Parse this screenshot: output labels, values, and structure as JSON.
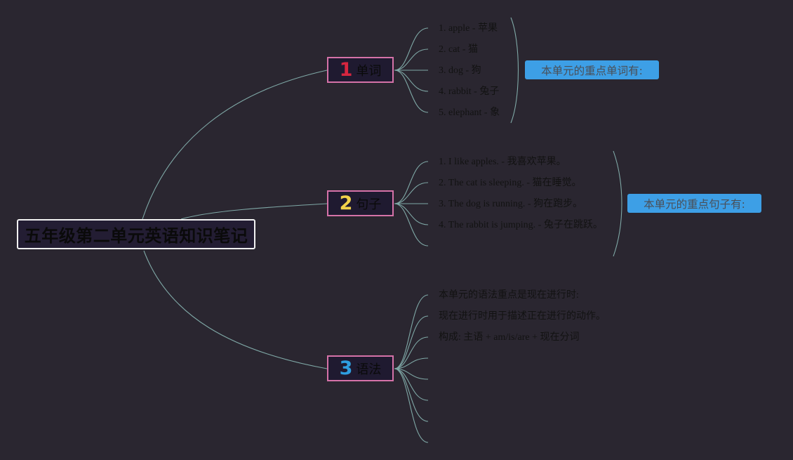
{
  "title": "五年级第二单元英语知识笔记",
  "colors": {
    "background": "#2a2630",
    "edge": "#7fa8a6",
    "branch_border": "#d572a8",
    "summary_bg": "#3d9fe6"
  },
  "branches": [
    {
      "number": "1",
      "number_color": "#d6263f",
      "label": "单词",
      "items": [
        "1. apple - 苹果",
        "2. cat - 猫",
        "3. dog - 狗",
        "4. rabbit - 兔子",
        "5. elephant - 象"
      ],
      "summary": "本单元的重点单词有:"
    },
    {
      "number": "2",
      "number_color": "#f2d24a",
      "label": "句子",
      "items": [
        "1. I like apples. - 我喜欢苹果。",
        "2. The cat is sleeping. - 猫在睡觉。",
        "3. The dog is running. - 狗在跑步。",
        "4. The rabbit is jumping. - 兔子在跳跃。",
        ""
      ],
      "summary": "本单元的重点句子有:"
    },
    {
      "number": "3",
      "number_color": "#2e9ee0",
      "label": "语法",
      "items": [
        "本单元的语法重点是现在进行时:",
        "现在进行时用于描述正在进行的动作。",
        "构成: 主语 + am/is/are + 现在分词",
        "",
        "",
        "",
        "",
        ""
      ],
      "summary": ""
    }
  ]
}
